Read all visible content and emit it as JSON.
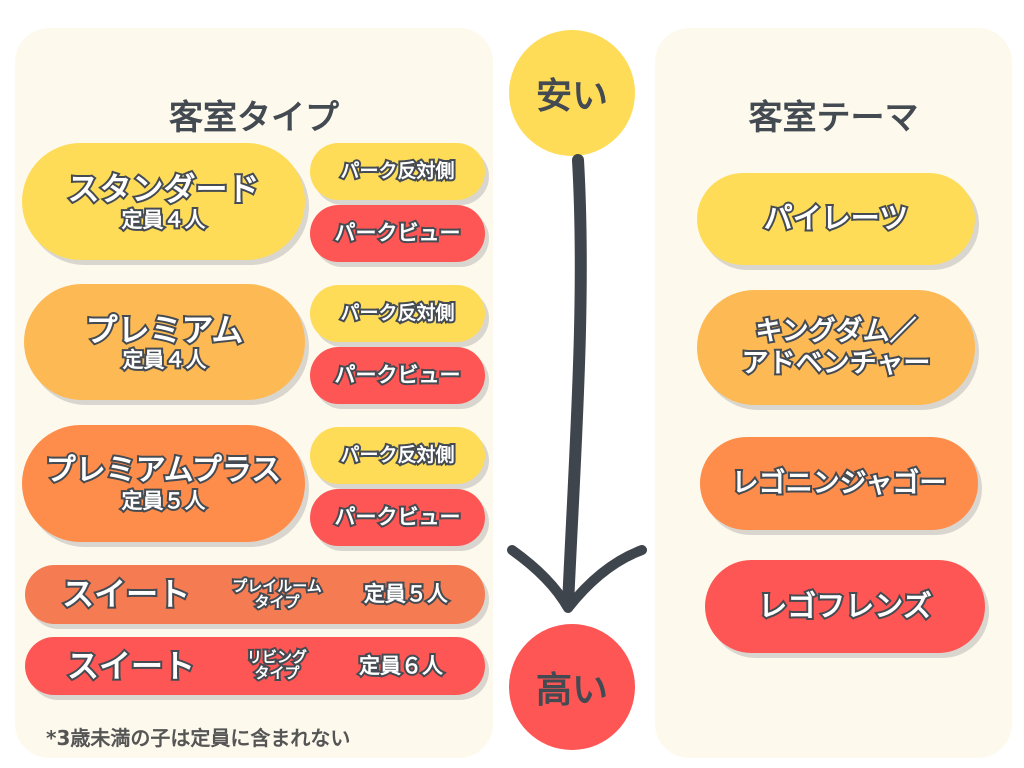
{
  "left": {
    "title": "客室タイプ",
    "rooms": [
      {
        "name": "スタンダード",
        "capacity": "定員４人",
        "options": [
          "パーク反対側",
          "パークビュー"
        ]
      },
      {
        "name": "プレミアム",
        "capacity": "定員４人",
        "options": [
          "パーク反対側",
          "パークビュー"
        ]
      },
      {
        "name": "プレミアムプラス",
        "capacity": "定員５人",
        "options": [
          "パーク反対側",
          "パークビュー"
        ]
      }
    ],
    "suites": [
      {
        "name": "スイート",
        "type_line1": "プレイルーム",
        "type_line2": "タイプ",
        "capacity": "定員５人"
      },
      {
        "name": "スイート",
        "type_line1": "リビング",
        "type_line2": "タイプ",
        "capacity": "定員６人"
      }
    ],
    "footnote": "*3歳未満の子は定員に含まれない"
  },
  "scale": {
    "low": "安い",
    "high": "高い"
  },
  "right": {
    "title": "客室テーマ",
    "themes": [
      "パイレーツ",
      "キングダム／",
      "アドベンチャー",
      "レゴニンジャゴー",
      "レゴフレンズ"
    ]
  },
  "colors": {
    "yellow": "#fedc57",
    "light_orange": "#fdb954",
    "orange": "#fe8c4a",
    "red": "#fe5655"
  }
}
